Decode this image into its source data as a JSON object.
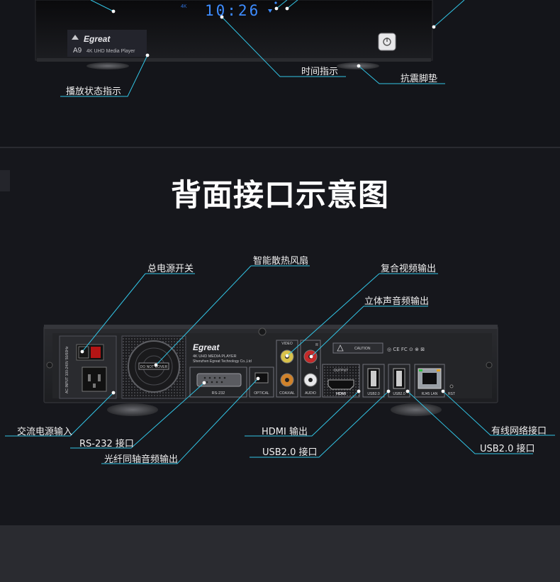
{
  "front": {
    "logo_brand": "Egreat",
    "model": "A9",
    "model_desc": "4K UHD Media Player",
    "display_time": "10:26",
    "display_badge": "4K",
    "labels": {
      "play_status": "播放状态指示",
      "time_indicator": "时间指示",
      "shock_feet": "抗震脚垫"
    }
  },
  "rear": {
    "title": "背面接口示意图",
    "device": {
      "brand": "Egreat",
      "model_line": "4K UHD MEDIA PLAYER",
      "company": "Shenzhen Egreat Technology Co.,Ltd",
      "fan_note": "DO NOT COVER",
      "ac_label": "AC INPUT 100-240V 50/60Hz",
      "port_rs232": "RS-232",
      "port_optical": "OPTICAL",
      "port_coaxial": "COAXIAL",
      "port_video": "VIDEO",
      "port_audio": "AUDIO",
      "audio_r": "R",
      "audio_l": "L",
      "port_output": "OUTPUT",
      "port_hdmi_logo": "HDMI",
      "port_usb_a": "USB2.0",
      "port_usb_b": "USB2.0",
      "port_lan": "RJ45 LAN",
      "port_rst": "RST",
      "caution": "CAUTION",
      "cert_marks": "◎ CE FC ⊙ ⊗ ⊠"
    },
    "labels": {
      "power_switch": "总电源开关",
      "smart_fan": "智能散热风扇",
      "composite_out": "复合视频输出",
      "stereo_out": "立体声音频输出",
      "ac_input": "交流电源输入",
      "rs232": "RS-232 接口",
      "spdif": "光纤同轴音频输出",
      "hdmi_out": "HDMI 输出",
      "usb_left": "USB2.0 接口",
      "lan": "有线网络接口",
      "usb_right": "USB2.0 接口"
    }
  },
  "colors": {
    "accent": "#32c5e6",
    "background": "#16171c",
    "footer": "#2a2b30"
  }
}
